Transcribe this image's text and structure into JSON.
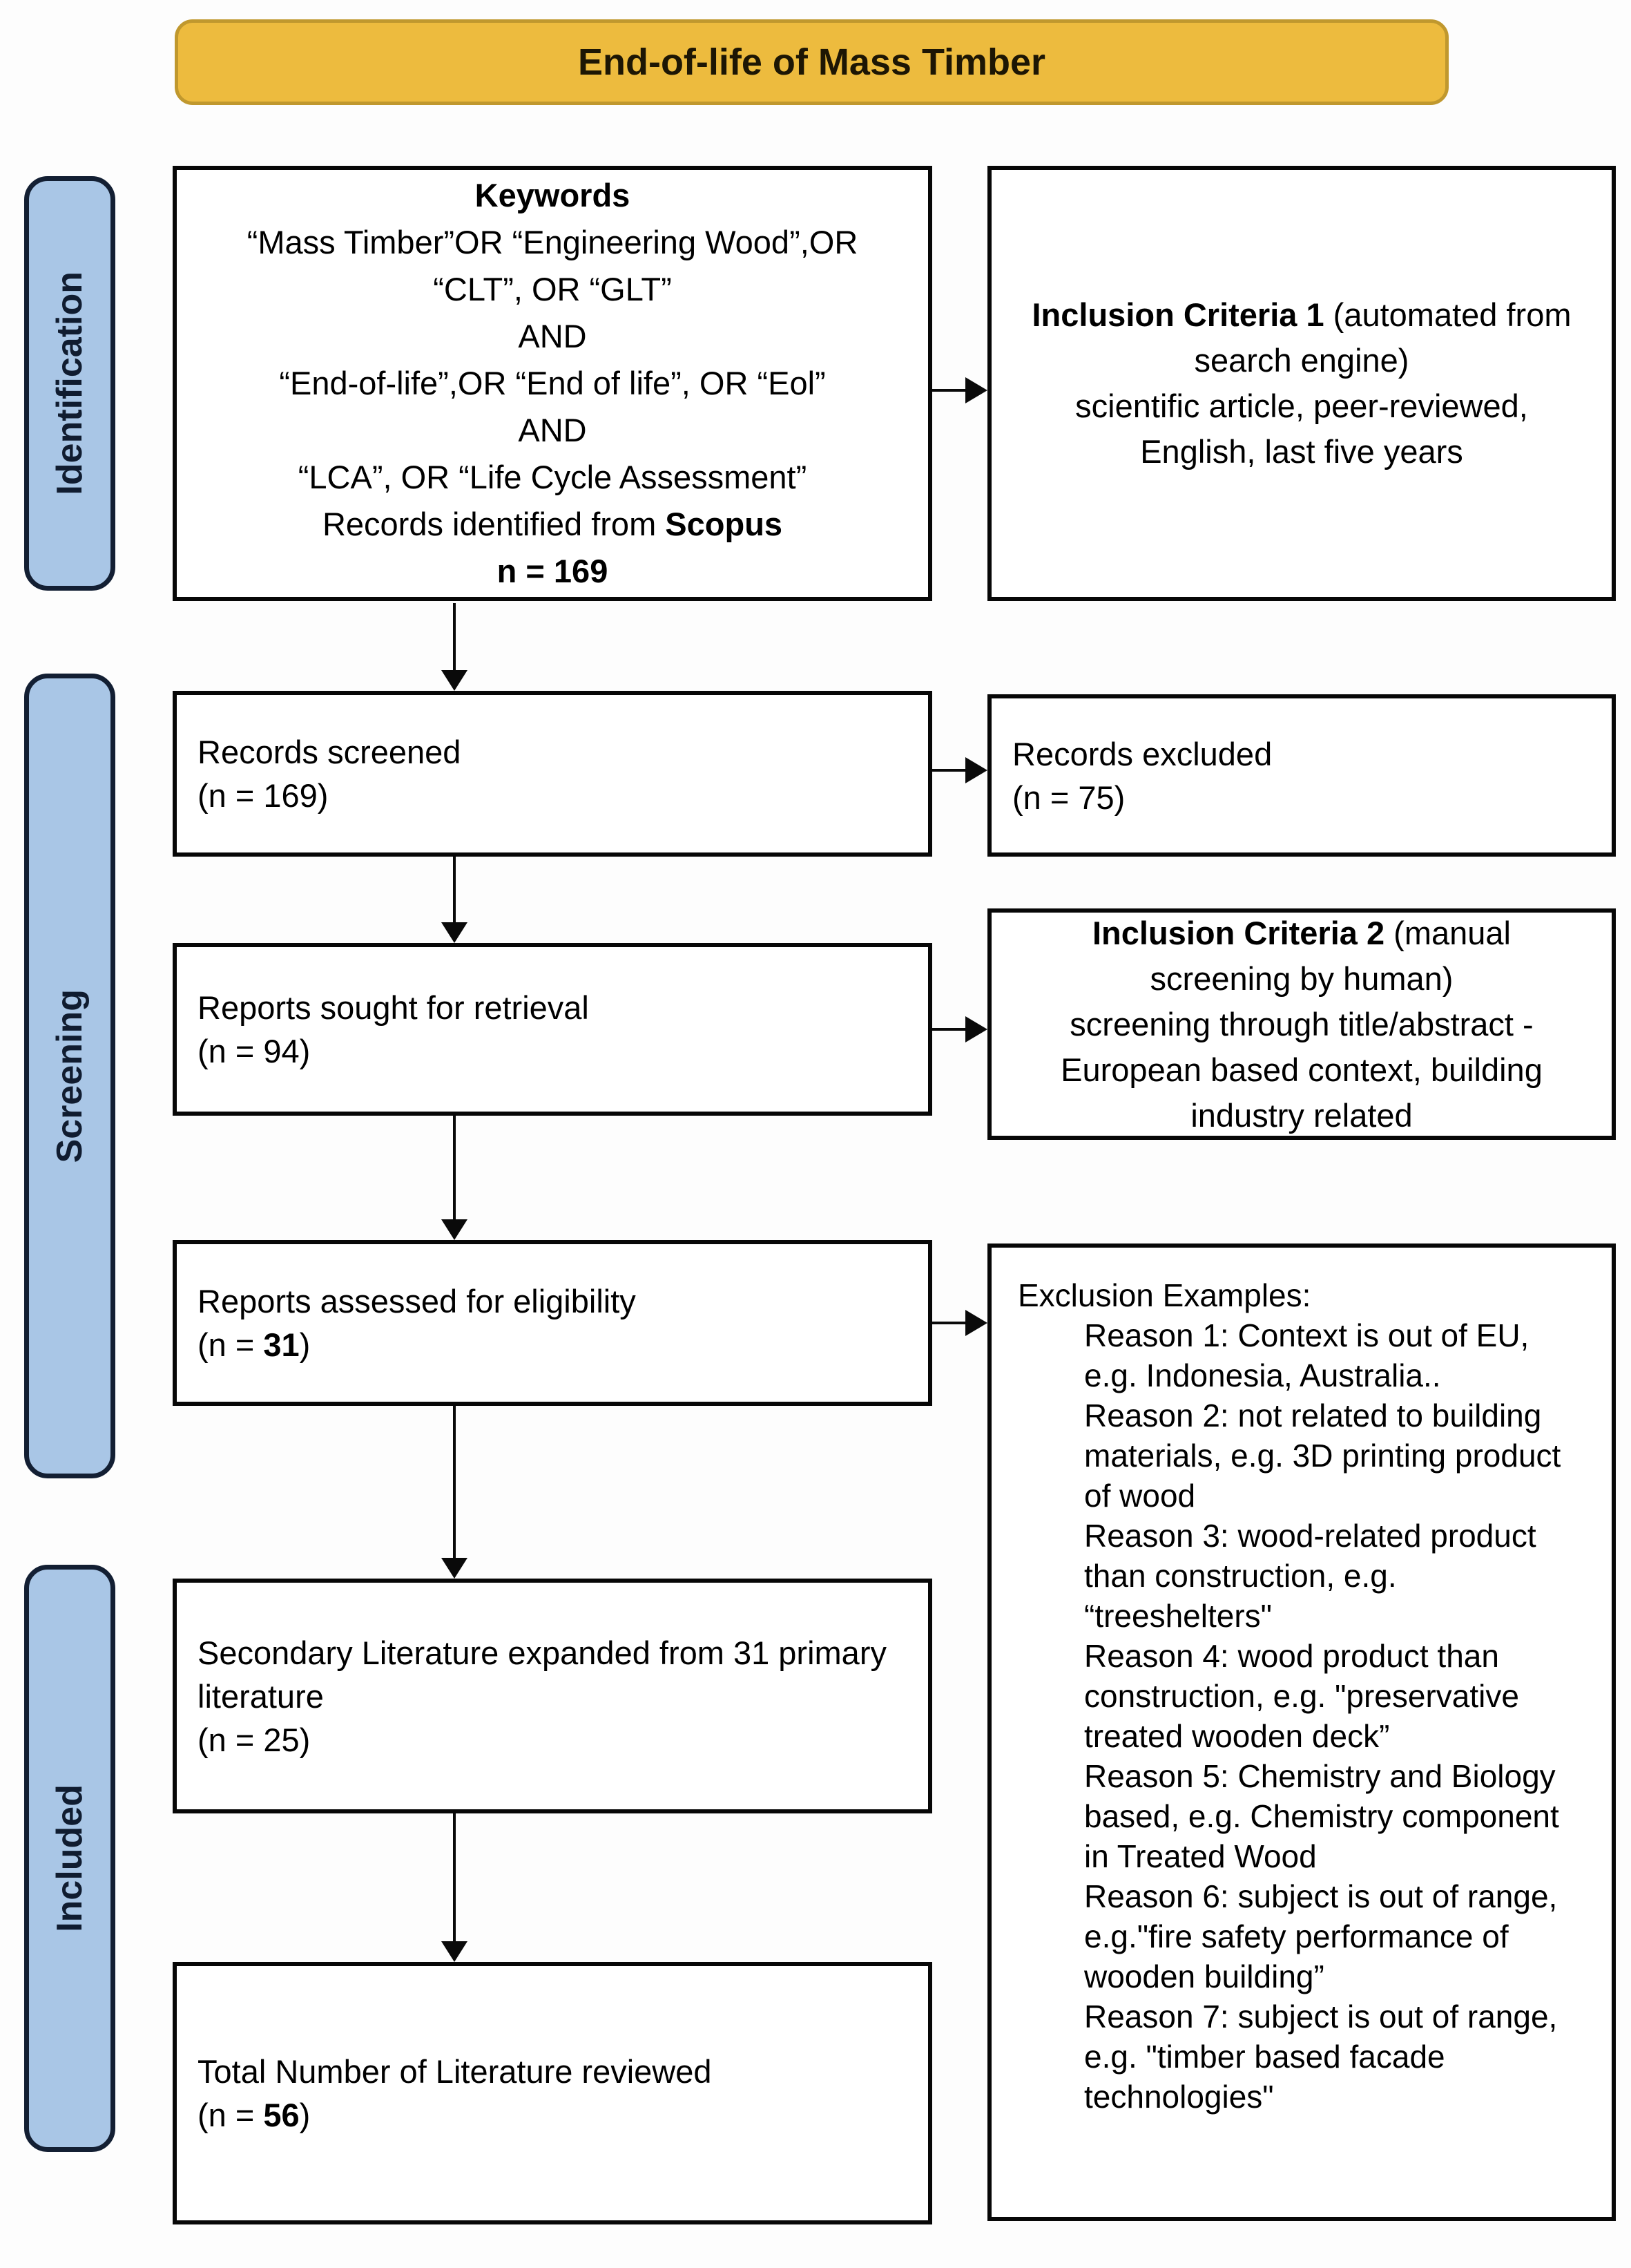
{
  "banner": {
    "title": "End-of-life of Mass Timber",
    "fill": "#edbb3e",
    "border": "#c0982e"
  },
  "sidebar": {
    "fill": "#a9c6e6",
    "border": "#131f33",
    "stages": [
      {
        "label": "Identification"
      },
      {
        "label": "Screening"
      },
      {
        "label": "Included"
      }
    ]
  },
  "flow": {
    "keywords": {
      "title": "Keywords",
      "lines": [
        "“Mass Timber”OR “Engineering Wood”,OR",
        "“CLT”, OR “GLT”",
        "AND",
        "“End-of-life”,OR “End of life”, OR “Eol”",
        "AND",
        "“LCA”, OR “Life Cycle Assessment”"
      ],
      "source_prefix": "Records identified from ",
      "source_bold": "Scopus",
      "count": "n = 169"
    },
    "records_screened": {
      "label": "Records screened",
      "count": "(n = 169)"
    },
    "reports_sought": {
      "label": "Reports sought for retrieval",
      "count": "(n = 94)"
    },
    "reports_assessed": {
      "label": "Reports assessed for eligibility",
      "count_prefix": "(n = ",
      "count_bold": "31",
      "count_suffix": ")"
    },
    "secondary_literature": {
      "label": "Secondary Literature expanded from 31 primary literature",
      "count": "(n = 25)"
    },
    "total_reviewed": {
      "label": "Total Number of Literature reviewed",
      "count_prefix": "(n = ",
      "count_bold": "56",
      "count_suffix": ")"
    }
  },
  "criteria": {
    "inclusion1": {
      "title": "Inclusion Criteria 1",
      "title_suffix": " (automated from search engine)",
      "body": "scientific article, peer-reviewed, English, last five years"
    },
    "records_excluded": {
      "label": "Records excluded",
      "count": "(n = 75)"
    },
    "inclusion2": {
      "title": "Inclusion Criteria 2",
      "title_suffix": " (manual screening by human)",
      "body": "screening through title/abstract - European based context, building industry related"
    },
    "exclusion": {
      "header": "Exclusion Examples:",
      "reasons": [
        "Reason 1: Context is out of EU, e.g. Indonesia, Australia..",
        "Reason 2: not related to building materials, e.g. 3D printing product of wood",
        "Reason 3: wood-related product than construction, e.g. “treeshelters\"",
        "Reason 4: wood product than construction, e.g. \"preservative treated wooden deck”",
        "Reason 5: Chemistry and Biology based, e.g. Chemistry component in Treated Wood",
        "Reason 6: subject is out of range, e.g.\"fire safety performance of wooden building”",
        "Reason 7: subject is out of range, e.g. \"timber based facade technologies\""
      ]
    }
  }
}
